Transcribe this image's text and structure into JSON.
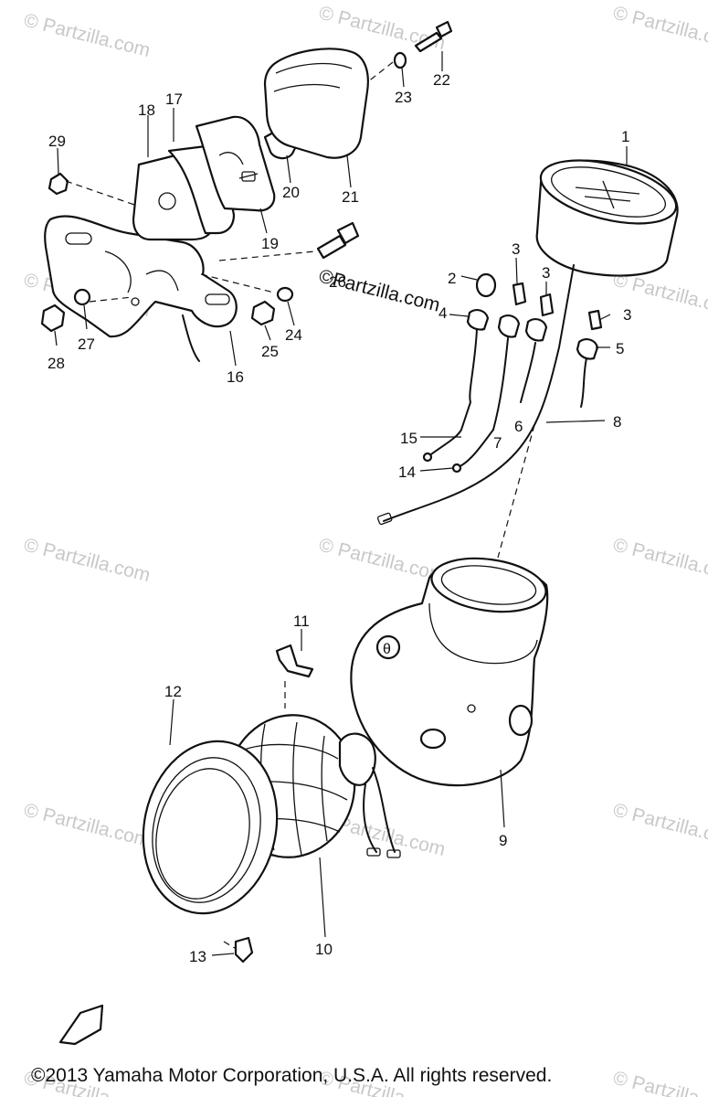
{
  "watermark": {
    "text": "© Partzilla.com",
    "highlighted": "©Partzilla.com"
  },
  "callouts": {
    "c1": "1",
    "c2": "2",
    "c3a": "3",
    "c3b": "3",
    "c3c": "3",
    "c4": "4",
    "c5": "5",
    "c6": "6",
    "c7": "7",
    "c8": "8",
    "c9": "9",
    "c10": "10",
    "c11": "11",
    "c12": "12",
    "c13": "13",
    "c14": "14",
    "c15": "15",
    "c16": "16",
    "c17": "17",
    "c18": "18",
    "c19": "19",
    "c20": "20",
    "c21": "21",
    "c22": "22",
    "c23": "23",
    "c24": "24",
    "c25": "25",
    "c26": "26",
    "c27": "27",
    "c28": "28",
    "c29": "29"
  },
  "copyright": "©2013  Yamaha Motor Corporation, U.S.A. All rights reserved."
}
